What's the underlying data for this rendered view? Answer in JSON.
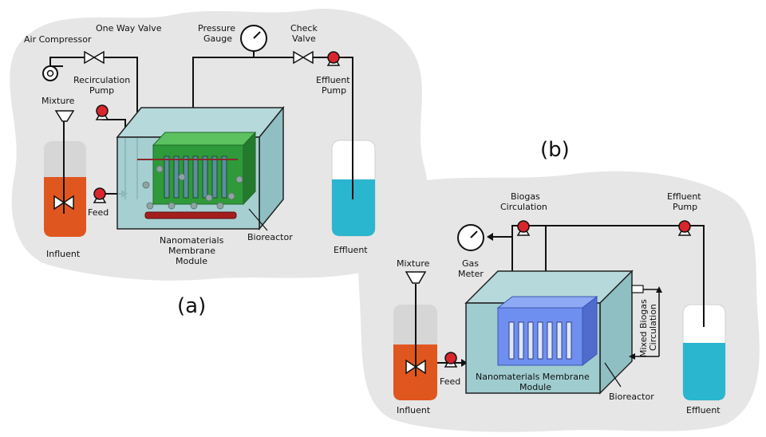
{
  "panel_a": {
    "air_compressor": "Air Compressor",
    "one_way_valve": "One Way Valve",
    "pressure": "Pressure",
    "gauge": "Gauge",
    "check": "Check",
    "valve": "Valve",
    "recirculation": "Recirculation",
    "pump": "Pump",
    "effluent_pump_1": "Effluent",
    "effluent_pump_2": "Pump",
    "mixture": "Mixture",
    "feed": "Feed",
    "influent": "Influent",
    "module_1": "Nanomaterials",
    "module_2": "Membrane",
    "module_3": "Module",
    "bioreactor": "Bioreactor",
    "effluent": "Effluent",
    "tag": "(a)"
  },
  "panel_b": {
    "tag": "(b)",
    "biogas_1": "Biogas",
    "biogas_2": "Circulation",
    "effluent_pump_1": "Effluent",
    "effluent_pump_2": "Pump",
    "gas_1": "Gas",
    "gas_2": "Meter",
    "mixture": "Mixture",
    "feed": "Feed",
    "influent": "Influent",
    "module_1": "Nanomaterials Membrane",
    "module_2": "Module",
    "bioreactor": "Bioreactor",
    "effluent": "Effluent",
    "mixed_1": "Mixed Biogas",
    "mixed_2": "Circulation"
  },
  "colors": {
    "background_cloud": "#e6e6e6",
    "reactor_fill": "#9fcccf",
    "influent_liquid": "#e0561f",
    "effluent_liquid": "#2ab6cf",
    "membrane_green": "#2f9a3a",
    "membrane_blue": "#6f8ff0",
    "pump_red": "#d9262c"
  }
}
